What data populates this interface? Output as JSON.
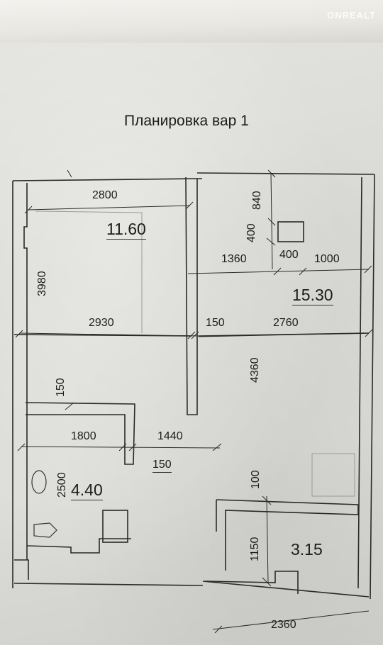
{
  "title": "Планировка вар 1",
  "watermark": "ONREALT",
  "dimensions": {
    "d2800": "2800",
    "d840": "840",
    "d400a": "400",
    "d3980": "3980",
    "d1360": "1360",
    "d400b": "400",
    "d1000": "1000",
    "d2930": "2930",
    "d150a": "150",
    "d2760": "2760",
    "d4360": "4360",
    "d150b": "150",
    "d1800": "1800",
    "d1440": "1440",
    "d150c": "150",
    "d2500": "2500",
    "d100": "100",
    "d1150": "1150",
    "d2360": "2360"
  },
  "areas": {
    "a1": "11.60",
    "a2": "15.30",
    "a3": "4.40",
    "a4": "3.15"
  }
}
